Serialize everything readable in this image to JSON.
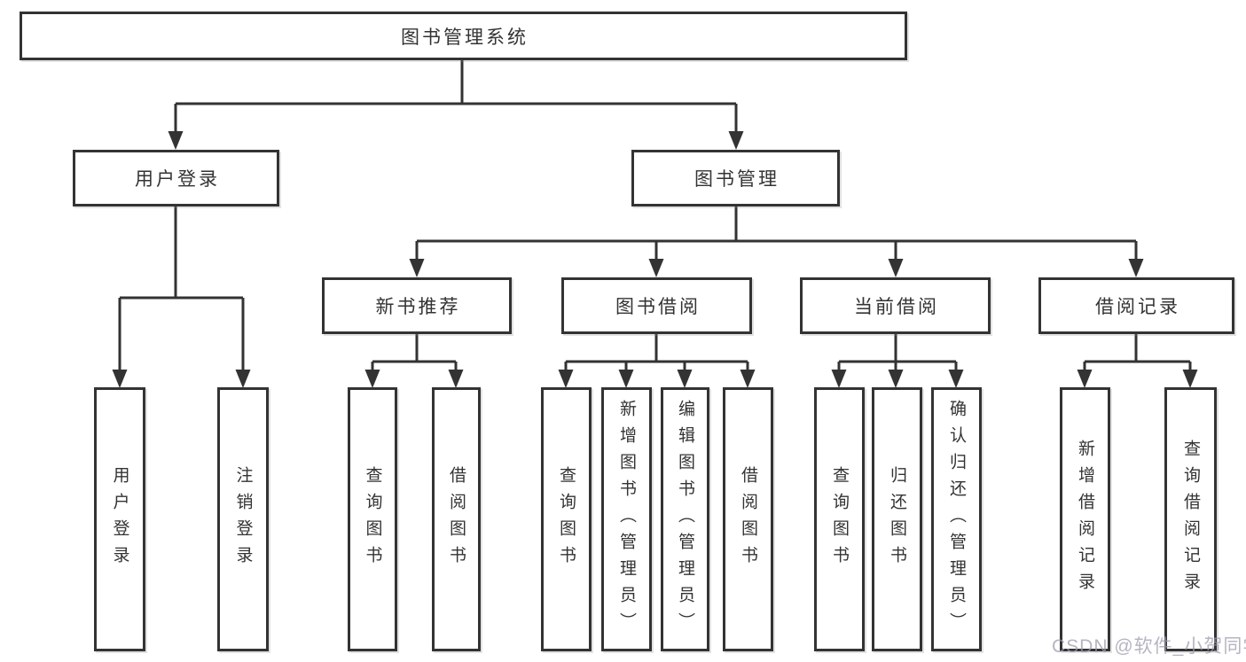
{
  "diagram": {
    "root": {
      "label": "图书管理系统"
    },
    "user_login": {
      "label": "用户登录",
      "children": [
        {
          "label": "用户登录"
        },
        {
          "label": "注销登录"
        }
      ]
    },
    "book_management": {
      "label": "图书管理",
      "sections": [
        {
          "label": "新书推荐",
          "children": [
            {
              "label": "查询图书"
            },
            {
              "label": "借阅图书"
            }
          ]
        },
        {
          "label": "图书借阅",
          "children": [
            {
              "label": "查询图书"
            },
            {
              "label": "新增图书（管理员）"
            },
            {
              "label": "编辑图书（管理员）"
            },
            {
              "label": "借阅图书"
            }
          ]
        },
        {
          "label": "当前借阅",
          "children": [
            {
              "label": "查询图书"
            },
            {
              "label": "归还图书"
            },
            {
              "label": "确认归还（管理员）"
            }
          ]
        },
        {
          "label": "借阅记录",
          "children": [
            {
              "label": "新增借阅记录"
            },
            {
              "label": "查询借阅记录"
            }
          ]
        }
      ]
    }
  },
  "watermark": "CSDN @软件_小贺同学",
  "colors": {
    "line": "#333333",
    "text": "#333333",
    "box_fill": "#ffffff",
    "watermark": "#9d9dae",
    "background": "#ffffff"
  }
}
